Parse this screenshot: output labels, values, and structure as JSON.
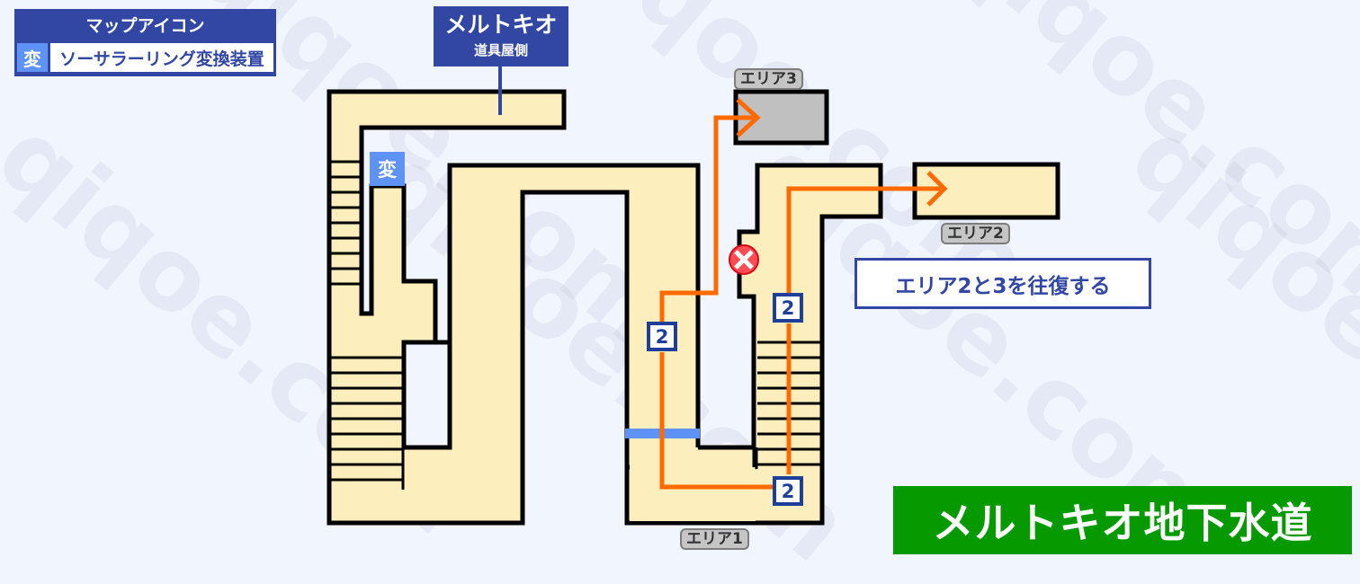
{
  "legend": {
    "title": "マップアイコン",
    "items": [
      {
        "badge": "変",
        "label": "ソーサラーリング変換装置",
        "badge_color": "#5e93f5"
      }
    ]
  },
  "entrance": {
    "name": "メルトキオ",
    "sub": "道具屋側"
  },
  "areas": [
    {
      "id": "area1",
      "label": "エリア1"
    },
    {
      "id": "area2",
      "label": "エリア2"
    },
    {
      "id": "area3",
      "label": "エリア3"
    }
  ],
  "icons": {
    "henkan": {
      "glyph": "変",
      "name": "sorcerer-ring-converter"
    },
    "blocked": {
      "name": "blocked-x"
    }
  },
  "stairs": [
    {
      "number": "2",
      "position": "center-upper"
    },
    {
      "number": "2",
      "position": "right-upper"
    },
    {
      "number": "2",
      "position": "right-lower"
    }
  ],
  "note": "エリア2と3を往復する",
  "title": "メルトキオ地下水道",
  "colors": {
    "background": "#f0f5fe",
    "floor": "#fdeebd",
    "wall": "#000000",
    "route": "#ff6a00",
    "accent_blue": "#3147a3",
    "switch_blue": "#5e93f5",
    "area3_fill": "#c0c0c0",
    "title_green": "#079a00",
    "blocked_red": "#e8202a"
  },
  "watermark": "qiqoe.com"
}
